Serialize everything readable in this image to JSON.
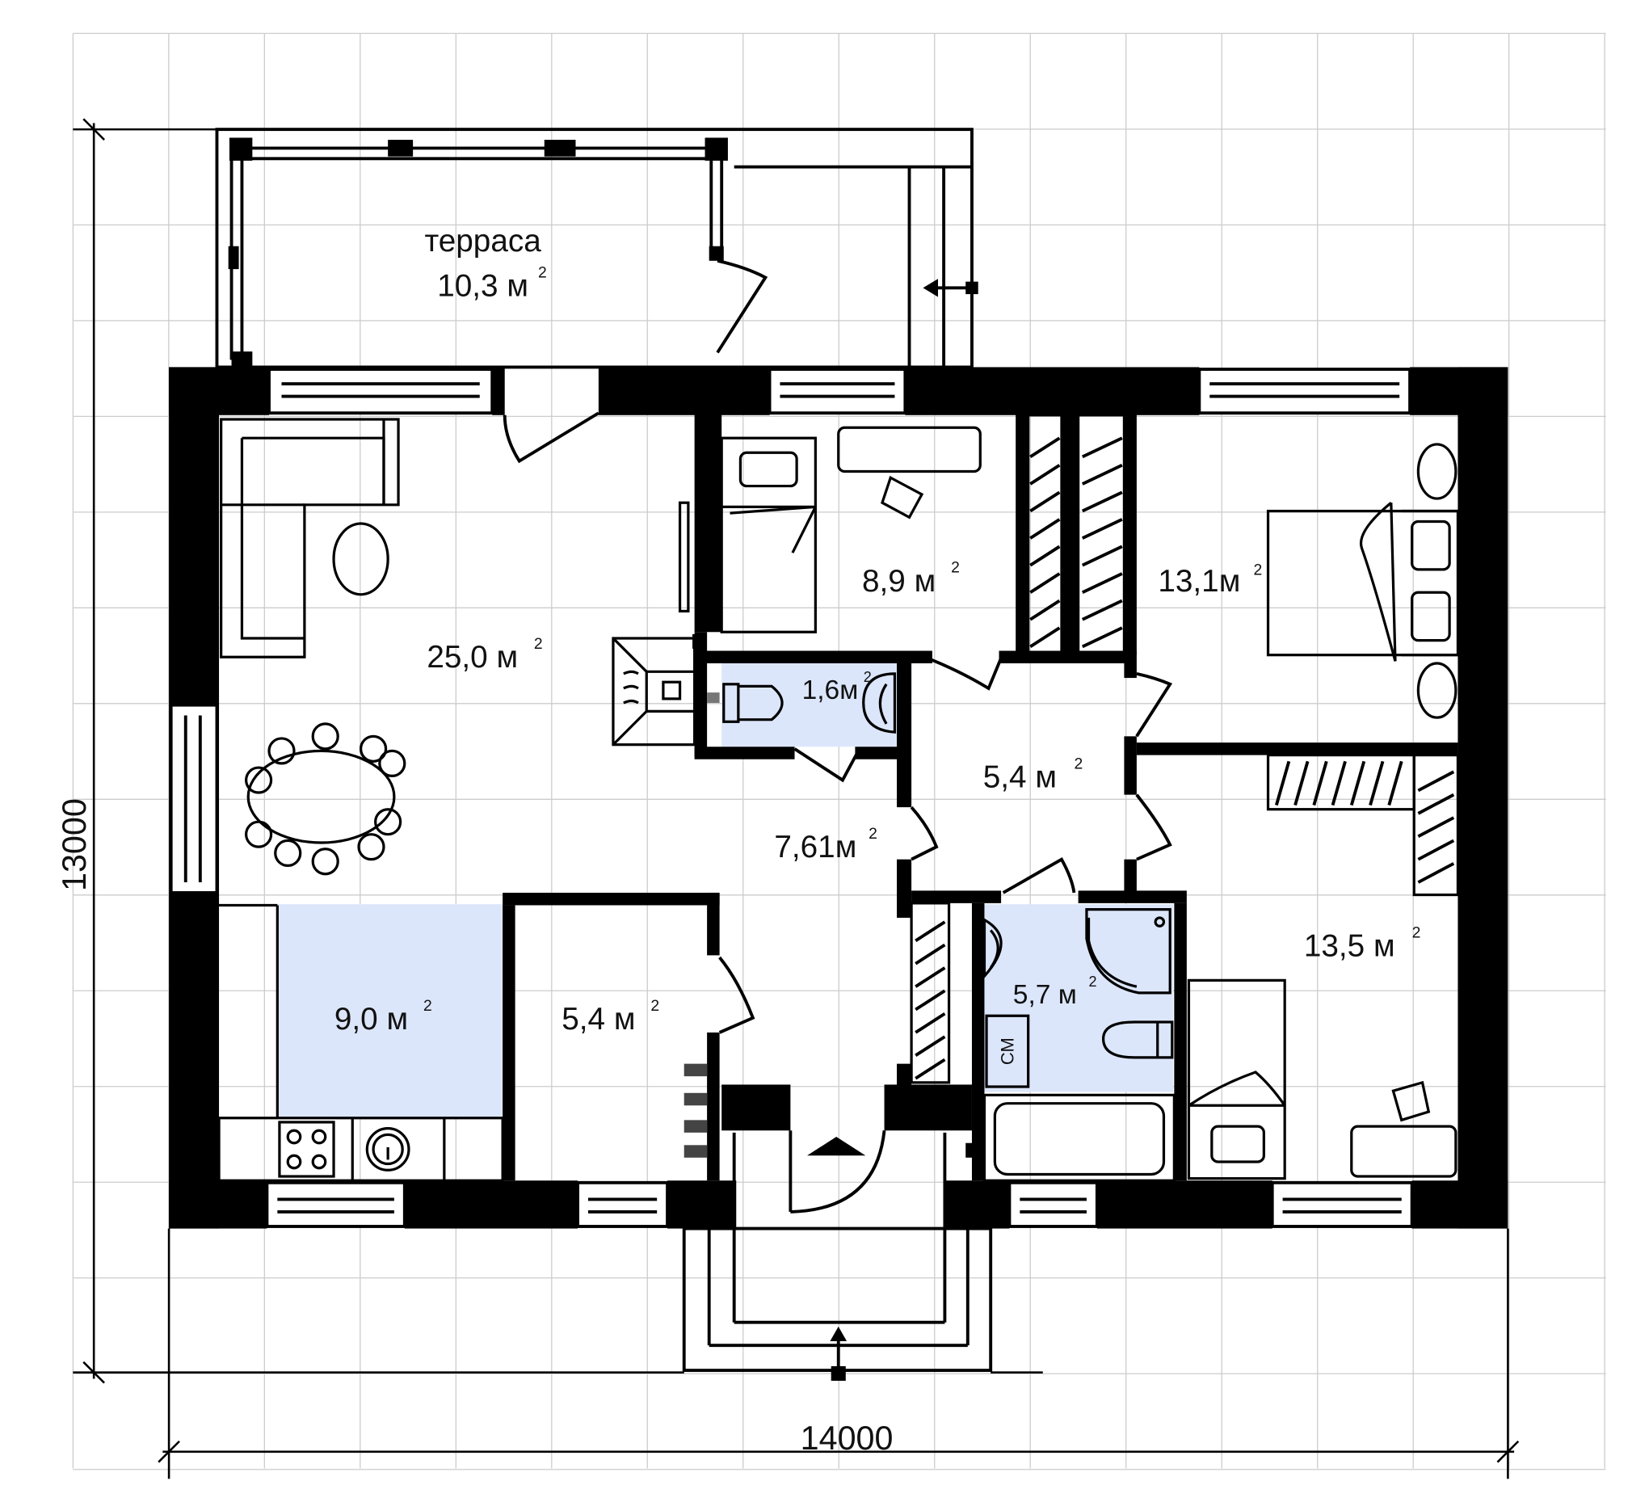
{
  "rooms": {
    "terrace_name": "терраса",
    "terrace_area": "10,3 м",
    "living": "25,0 м",
    "kitchen": "9,0 м",
    "storage": "5,4 м",
    "hall": "7,61м",
    "wc": "1,6м",
    "bedroom_small": "8,9 м",
    "bedroom_main": "13,1м",
    "corridor": "5,4 м",
    "bathroom": "5,7 м",
    "bedroom_right": "13,5 м",
    "superscript": "2"
  },
  "fixtures": {
    "washer": "СМ"
  },
  "dimensions": {
    "height": "13000",
    "width": "14000"
  },
  "colors": {
    "wet_zone_fill": "#dce6fb",
    "grid": "#cccccc",
    "wall": "#000000"
  }
}
